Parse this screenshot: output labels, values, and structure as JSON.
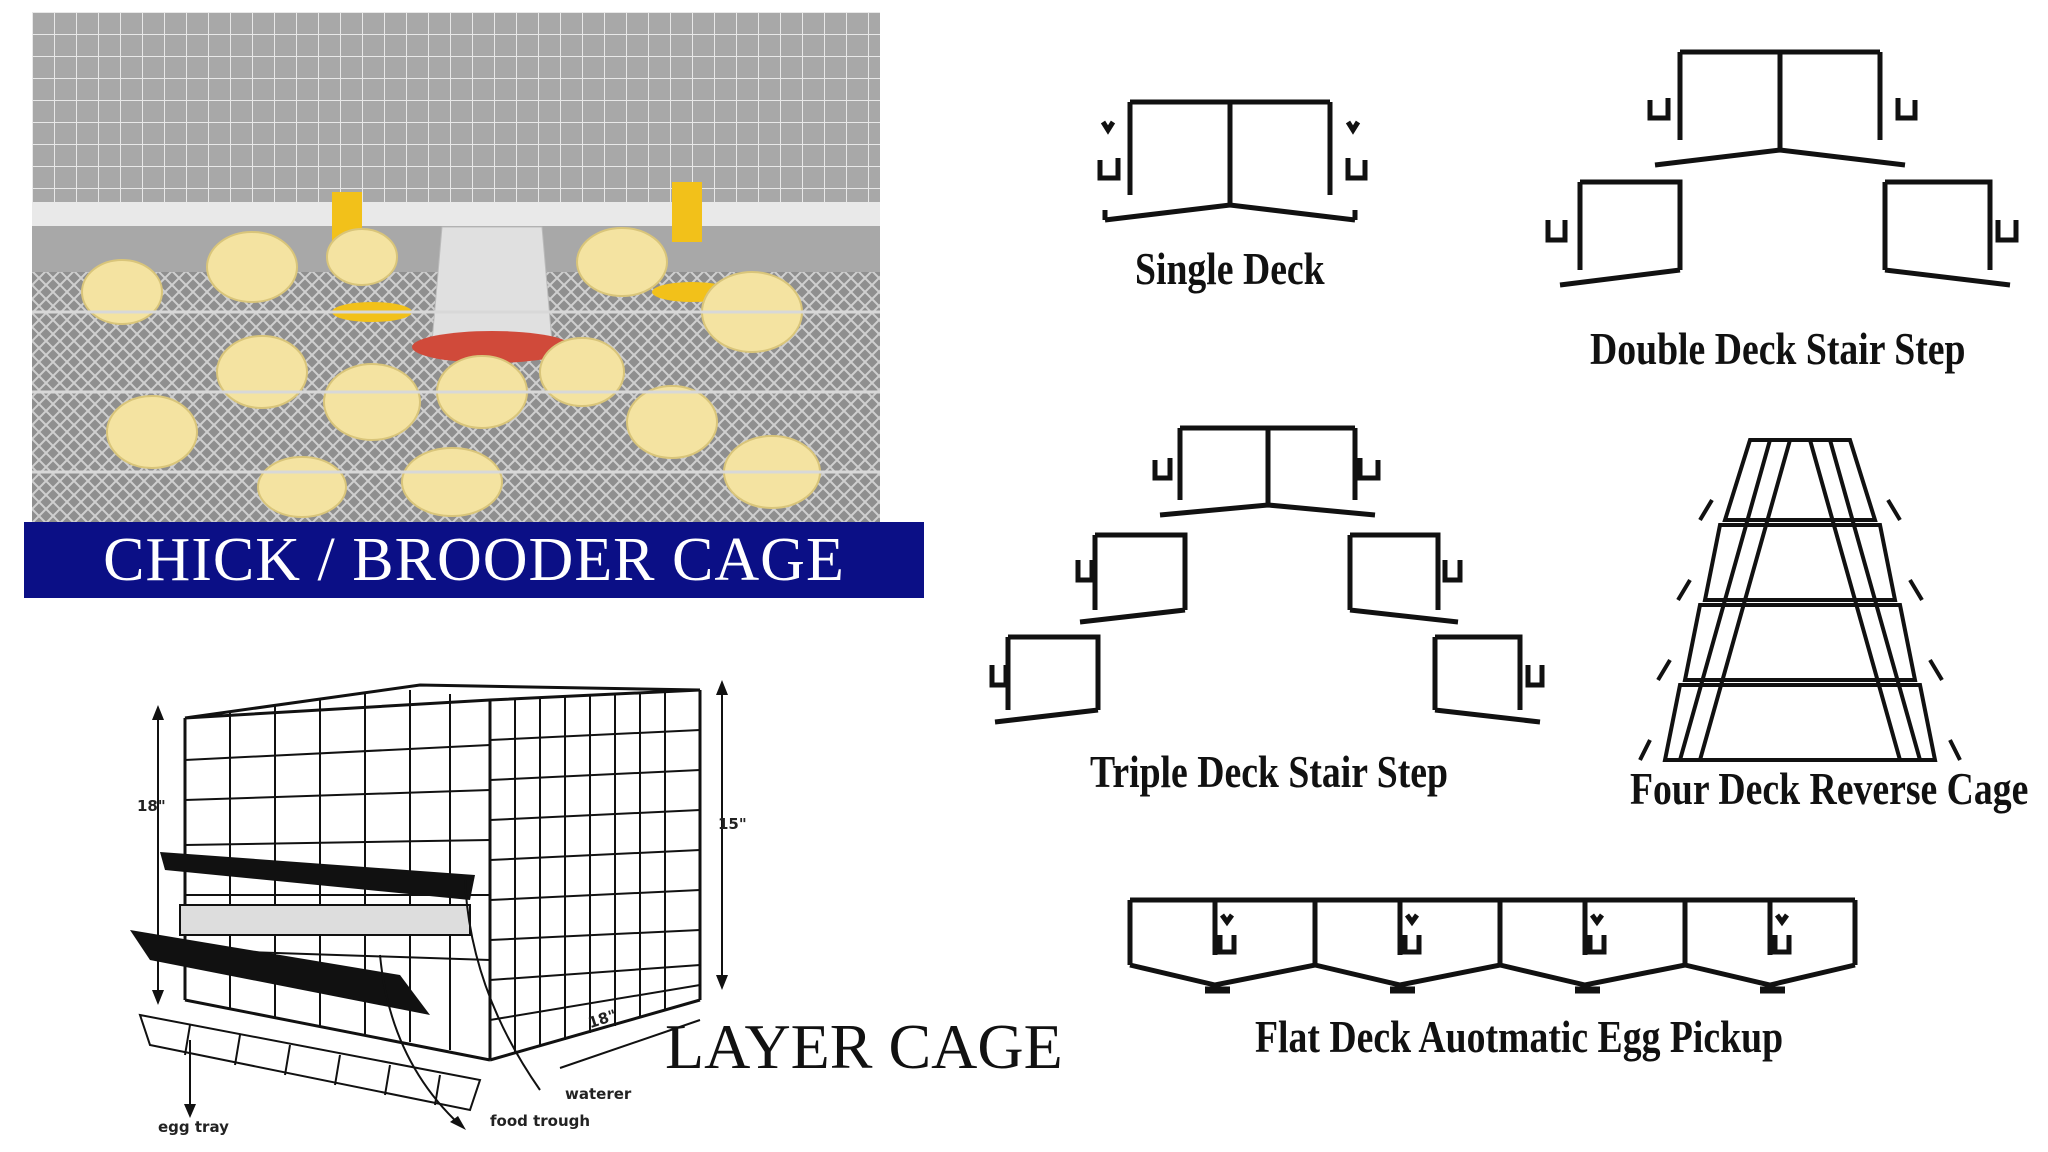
{
  "chick_cage": {
    "label": "CHICK / BROODER CAGE"
  },
  "layer_cage": {
    "title": "LAYER CAGE",
    "dimensions": {
      "height_left": "18\"",
      "height_right": "15\"",
      "depth": "18\""
    },
    "callouts": {
      "egg_tray": "egg tray",
      "food_trough": "food trough",
      "waterer": "waterer"
    }
  },
  "configurations": {
    "single_deck": "Single Deck",
    "double_deck": "Double Deck Stair Step",
    "triple_deck": "Triple Deck Stair Step",
    "four_deck": "Four Deck Reverse Cage",
    "flat_deck": "Flat Deck Auotmatic Egg Pickup"
  },
  "colors": {
    "banner": "#0b0f86",
    "banner_text": "#ffffff",
    "ink": "#111111"
  }
}
